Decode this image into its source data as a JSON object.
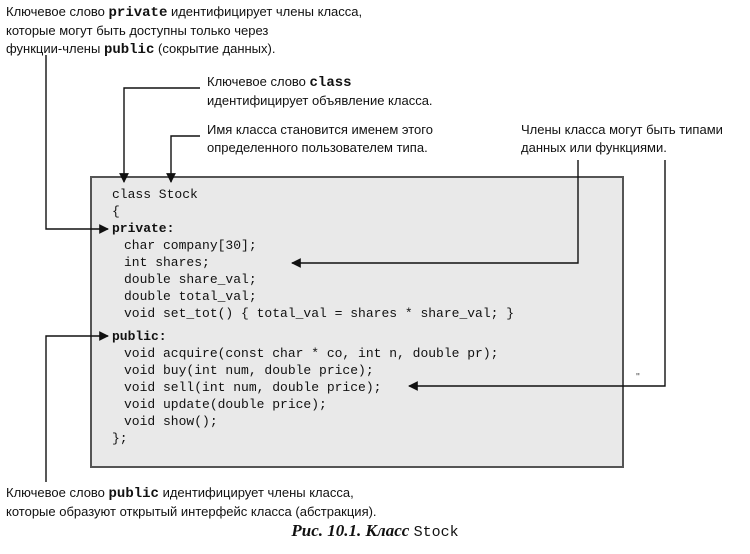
{
  "annotations": {
    "private_note": {
      "pre": "Ключевое слово ",
      "kw": "private",
      "post": " идентифицирует члены класса,",
      "line2": "которые могут быть доступны только через",
      "line3_pre": "функции-члены ",
      "line3_kw": "public",
      "line3_post": " (сокрытие данных)."
    },
    "class_note": {
      "pre": "Ключевое слово ",
      "kw": "class",
      "line2": "идентифицирует объявление класса."
    },
    "name_note": {
      "line1": "Имя класса становится именем этого",
      "line2": "определенного пользователем типа."
    },
    "members_note": {
      "line1": "Члены класса могут быть типами",
      "line2": "данных или функциями."
    },
    "public_note": {
      "pre": "Ключевое слово ",
      "kw": "public",
      "post": " идентифицирует члены класса,",
      "line2": "которые образуют открытый интерфейс класса (абстракция)."
    }
  },
  "code": {
    "lines": [
      "class Stock",
      "{",
      "private:",
      "char company[30];",
      "int shares;",
      "double share_val;",
      "double total_val;",
      "void set_tot() { total_val = shares * share_val; }",
      "public:",
      "void acquire(const char * co, int n, double pr);",
      "void buy(int num, double price);",
      "void sell(int num, double price);",
      "void update(double price);",
      "void show();",
      "};"
    ]
  },
  "caption": {
    "prefix": "Рис. 10.1. Класс ",
    "class_name": "Stock"
  },
  "colors": {
    "arrow": "#111111",
    "code_bg": "#e9e9e9",
    "border": "#555555"
  }
}
